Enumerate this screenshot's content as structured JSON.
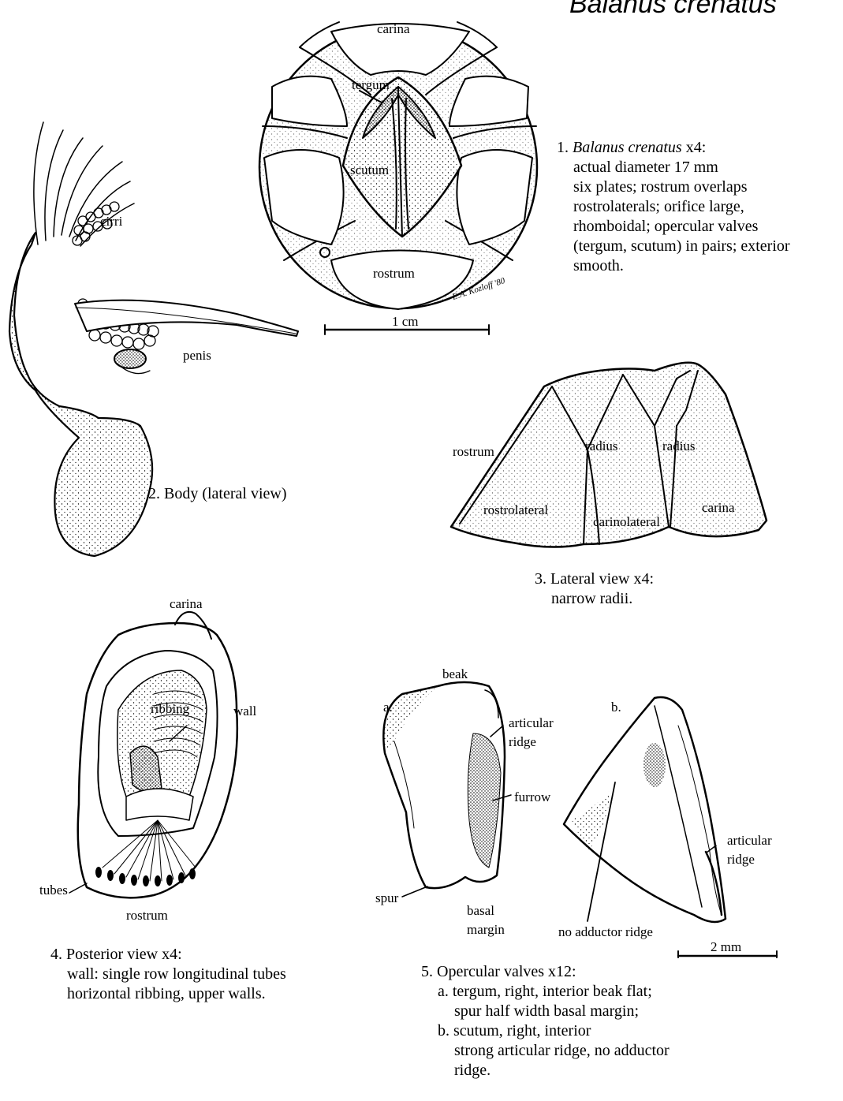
{
  "title": "Balanus crenatus",
  "fig1": {
    "labels": {
      "carina": "carina",
      "tergum": "tergum",
      "scutum": "scutum",
      "rostrum": "rostrum"
    },
    "signature": "E.A. Kozloff '80",
    "scale_label": "1 cm",
    "caption": {
      "number": "1.",
      "species": "Balanus crenatus",
      "magnification": "x4:",
      "lines": [
        "actual diameter 17 mm",
        "six plates; rostrum overlaps",
        "rostrolaterals; orifice large,",
        "rhomboidal; opercular valves",
        "(tergum, scutum) in pairs; exterior",
        "smooth."
      ]
    }
  },
  "fig2": {
    "labels": {
      "cirri": "cirri",
      "penis": "penis"
    },
    "caption": "2. Body (lateral view)"
  },
  "fig3": {
    "labels": {
      "rostrum": "rostrum",
      "radius_1": "radius",
      "radius_2": "radius",
      "rostrolateral": "rostrolateral",
      "carinolateral": "carinolateral",
      "carina": "carina"
    },
    "caption": {
      "heading": "3. Lateral view x4:",
      "lines": [
        "narrow radii."
      ]
    }
  },
  "fig4": {
    "labels": {
      "carina": "carina",
      "ribbing": "ribbing",
      "wall": "wall",
      "tubes": "tubes",
      "rostrum": "rostrum"
    },
    "caption": {
      "heading": "4. Posterior view x4:",
      "lines": [
        "wall: single row longitudinal tubes",
        "horizontal ribbing, upper walls."
      ]
    }
  },
  "fig5": {
    "labels": {
      "a": "a.",
      "b": "b.",
      "beak": "beak",
      "articular_a_1": "articular",
      "articular_a_2": "ridge",
      "furrow": "furrow",
      "spur": "spur",
      "basal_1": "basal",
      "basal_2": "margin",
      "articular_b_1": "articular",
      "articular_b_2": "ridge",
      "no_adductor": "no adductor ridge"
    },
    "scale_label": "2 mm",
    "caption": {
      "heading": "5. Opercular valves x12:",
      "lines": [
        "a. tergum, right, interior beak flat;",
        "spur half width basal margin;",
        "b. scutum, right, interior",
        "strong articular ridge, no adductor",
        "ridge."
      ]
    }
  }
}
